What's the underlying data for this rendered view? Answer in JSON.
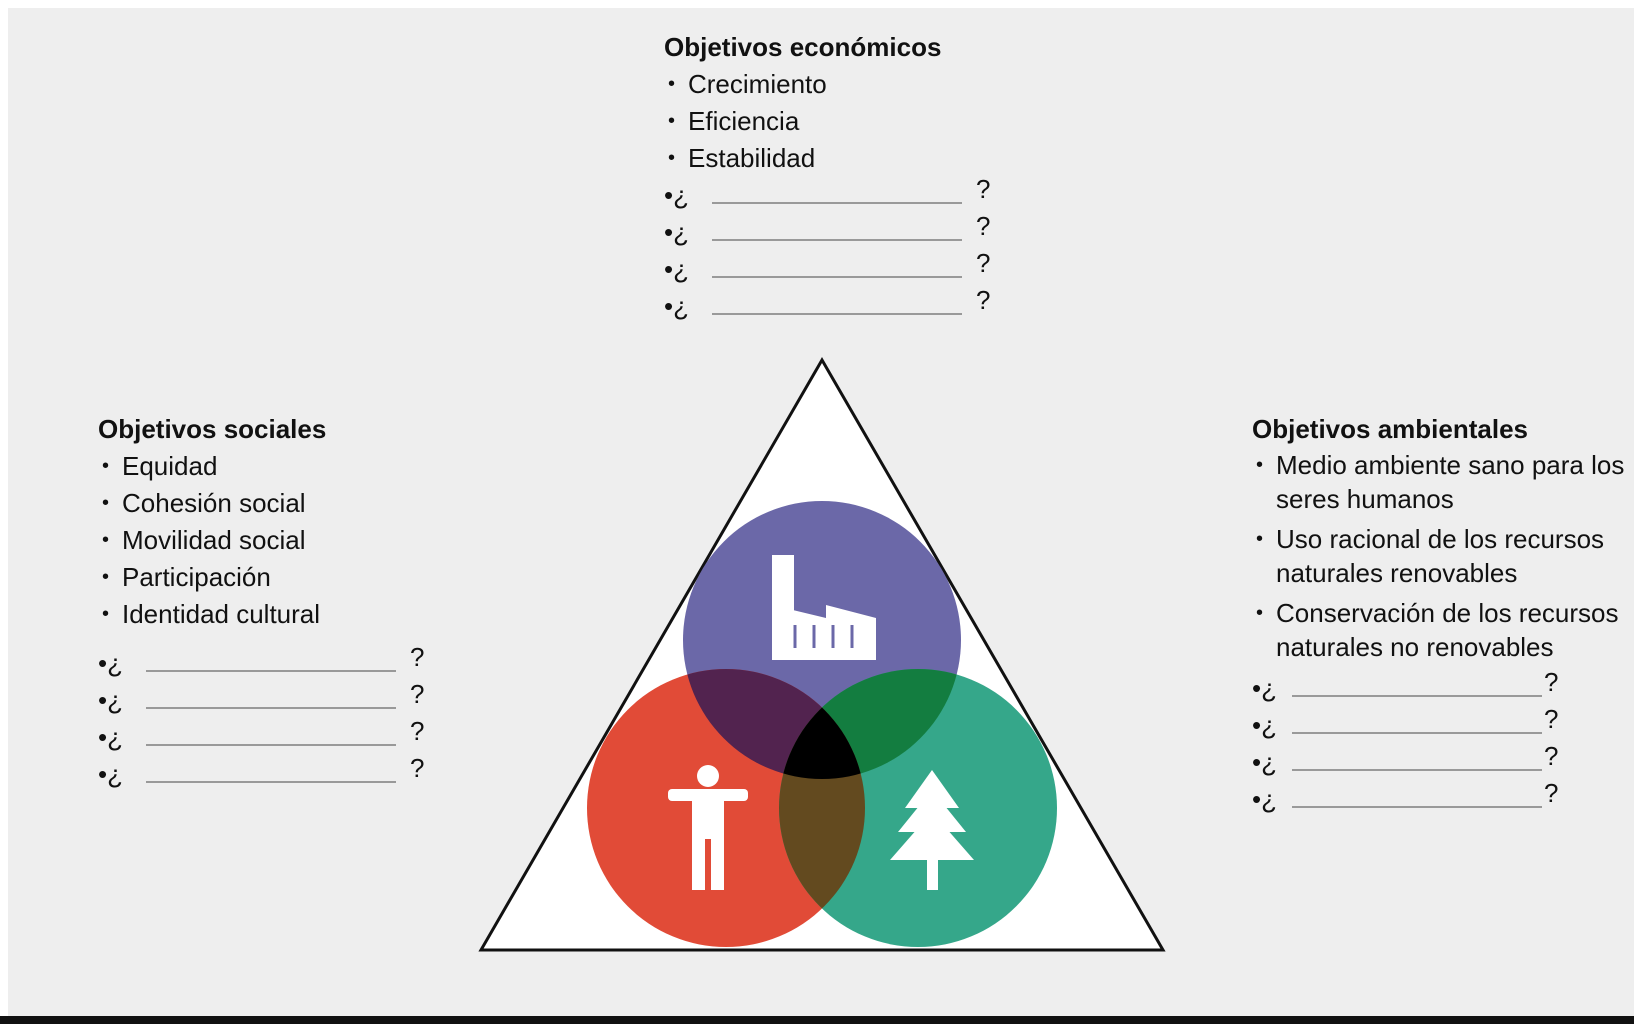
{
  "economic": {
    "title": "Objetivos económicos",
    "items": [
      "Crecimiento",
      "Eficiencia",
      "Estabilidad"
    ],
    "blank_prefix": "•¿",
    "blank_suffix": "?",
    "blank_count": 4
  },
  "social": {
    "title": "Objetivos sociales",
    "items": [
      "Equidad",
      "Cohesión social",
      "Movilidad social",
      "Participación",
      "Identidad cultural"
    ],
    "blank_prefix": "•¿",
    "blank_suffix": "?",
    "blank_count": 4
  },
  "environmental": {
    "title": "Objetivos ambientales",
    "items": [
      "Medio ambiente sano para los seres humanos",
      "Uso racional de los recursos naturales renovables",
      "Conservación de los recursos naturales no renovables"
    ],
    "blank_prefix": "•¿",
    "blank_suffix": "?",
    "blank_count": 4
  },
  "bullet": "•",
  "venn": {
    "circles": [
      {
        "name": "economic",
        "icon": "factory-icon",
        "color": "#6b68a8"
      },
      {
        "name": "social",
        "icon": "person-icon",
        "color": "#e14b37"
      },
      {
        "name": "environmental",
        "icon": "tree-icon",
        "color": "#35a78a"
      }
    ],
    "overlap_colors": {
      "economic_social": "#52234f",
      "economic_environmental": "#137d40",
      "social_environmental": "#634a1f",
      "center": "#000000"
    }
  }
}
